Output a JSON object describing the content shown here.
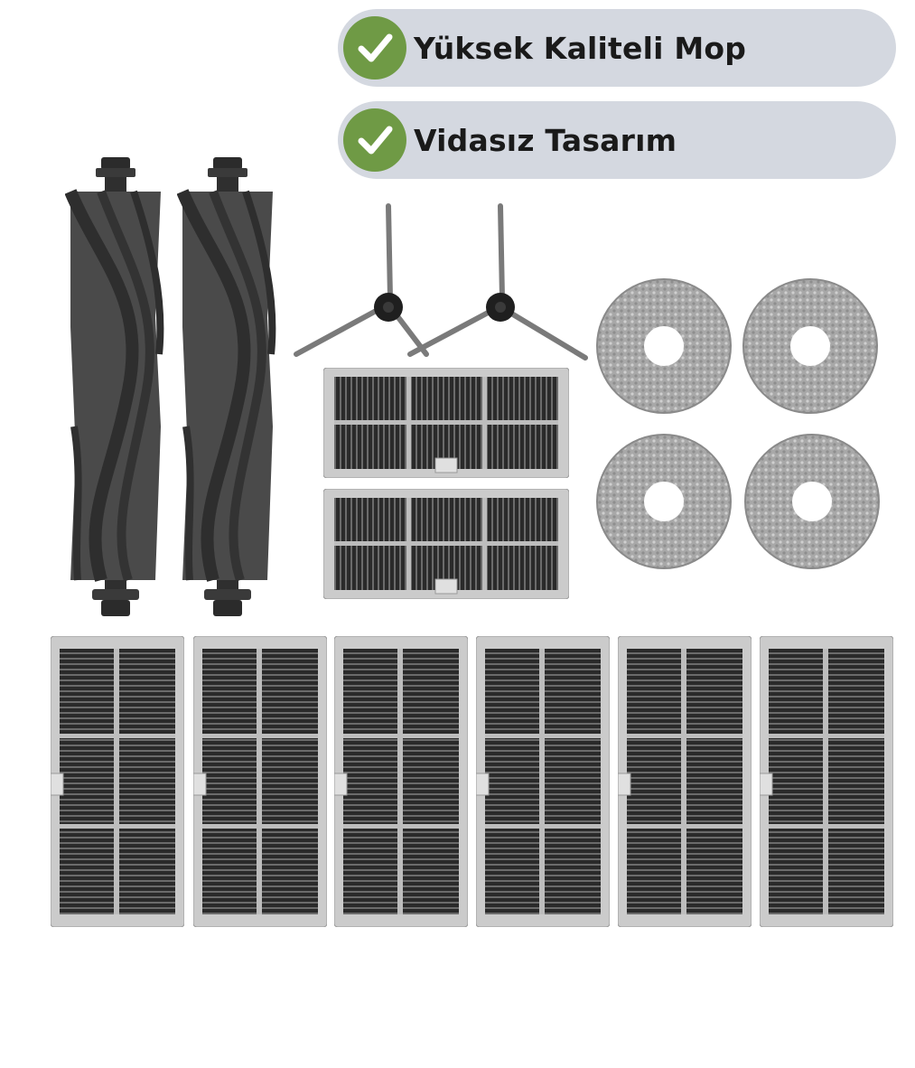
{
  "features": [
    {
      "label": "Yüksek Kaliteli Mop",
      "icon": "check-icon"
    },
    {
      "label": "Vidasız Tasarım",
      "icon": "check-icon"
    }
  ],
  "colors": {
    "pill_background": "#d4d8e0",
    "check_green": "#6f9a45",
    "brush_dark": "#3c3c3c",
    "filter_frame": "#c8c8c8",
    "mop_gray": "#a9a9a9"
  },
  "products": {
    "main_brushes": 2,
    "side_brushes": 2,
    "small_filters": 2,
    "mop_pads": 4,
    "large_filters": 6
  }
}
